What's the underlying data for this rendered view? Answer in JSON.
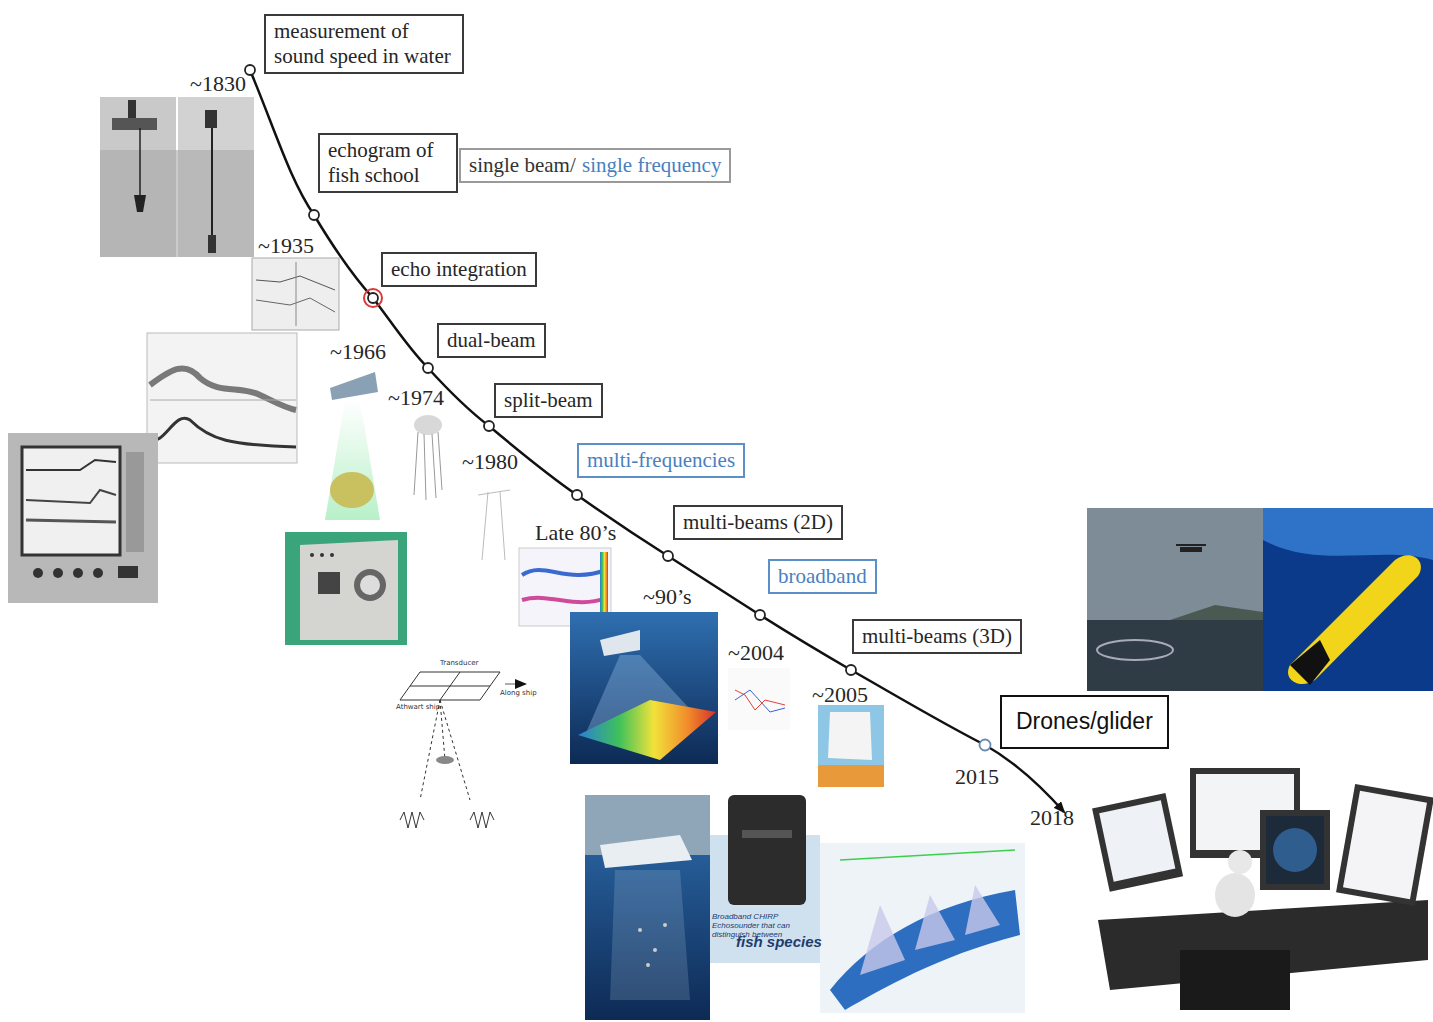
{
  "diagram": {
    "nodes": [
      {
        "text": [
          "measurement of sound speed in water"
        ]
      },
      {
        "text": [
          "echogram of fish school"
        ]
      },
      {
        "text": [
          "single beam/",
          "single frequency"
        ]
      },
      {
        "text": [
          "echo integration"
        ]
      },
      {
        "text": [
          "dual-beam"
        ]
      },
      {
        "text": [
          "split-beam"
        ]
      },
      {
        "text": [
          "multi-frequencies"
        ]
      },
      {
        "text": [
          "multi-beams (2D)"
        ]
      },
      {
        "text": [
          "broadband"
        ]
      },
      {
        "text": [
          "multi-beams (3D)"
        ]
      },
      {
        "text": [
          "Drones/glider"
        ]
      }
    ],
    "labels": [
      "~1830",
      "~1935",
      "~1966",
      "~1974",
      "~1980",
      "Late 80’s",
      "~90’s",
      "~2004",
      "~2005",
      "2015",
      "2018",
      "Transducer",
      "Along ship",
      "Athwart ship",
      "Broadband CHIRP Echosounder that can distinguish between",
      "fish species"
    ]
  }
}
